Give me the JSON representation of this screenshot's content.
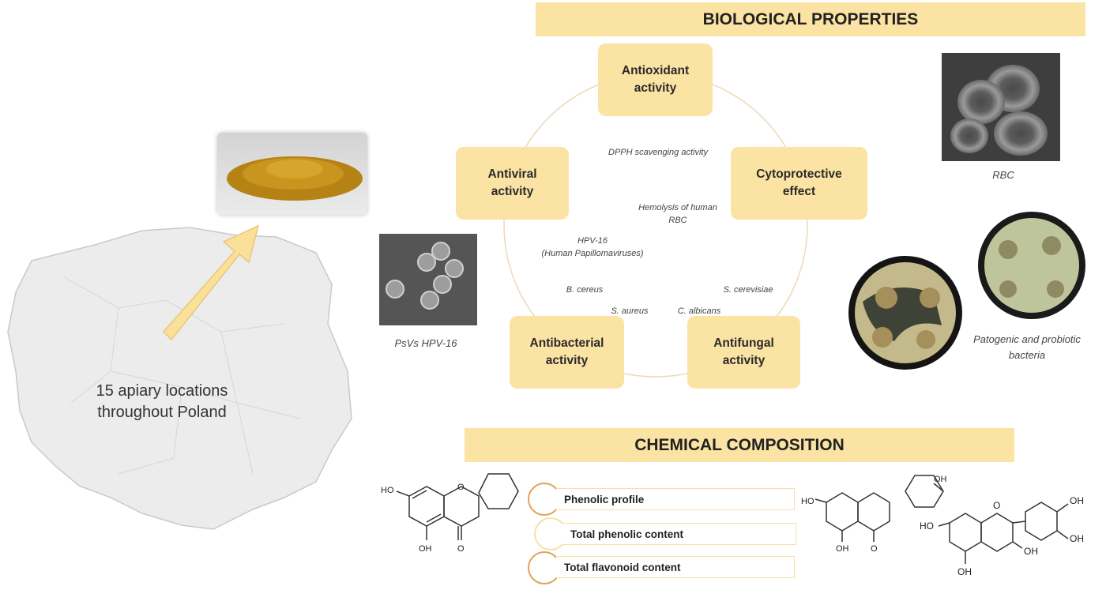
{
  "sections": {
    "biological_title": "BIOLOGICAL PROPERTIES",
    "chemical_title": "CHEMICAL COMPOSITION"
  },
  "map": {
    "line1": "15 apiary locations",
    "line2": "throughout Poland"
  },
  "activities": {
    "antioxidant": [
      "Antioxidant",
      "activity"
    ],
    "cytoprotective": [
      "Cytoprotective",
      "effect"
    ],
    "antiviral": [
      "Antiviral",
      "activity"
    ],
    "antibacterial": [
      "Antibacterial",
      "activity"
    ],
    "antifungal": [
      "Antifungal",
      "activity"
    ]
  },
  "assays": {
    "dpph": "DPPH scavenging activity",
    "hemolysis": [
      "Hemolysis of human",
      "RBC"
    ],
    "hpv": [
      "HPV-16",
      "(Human Papillomaviruses)"
    ],
    "b_cereus": "B. cereus",
    "s_aureus": "S. aureus",
    "s_cerevisiae": "S. cerevisiae",
    "c_albicans": "C. albicans"
  },
  "images": {
    "rbc_caption": "RBC",
    "hpv_caption": "PsVs HPV-16",
    "bacteria_caption": [
      "Patogenic and probiotic",
      "bacteria"
    ]
  },
  "chemical_items": [
    "Phenolic profile",
    "Total phenolic content",
    "Total flavonoid content"
  ],
  "molecule_labels": {
    "ho": "HO",
    "oh": "OH",
    "o": "O"
  },
  "colors": {
    "accent": "#fbe3a4",
    "ring": "#e2a35c",
    "arrow": "#fbe09a"
  }
}
